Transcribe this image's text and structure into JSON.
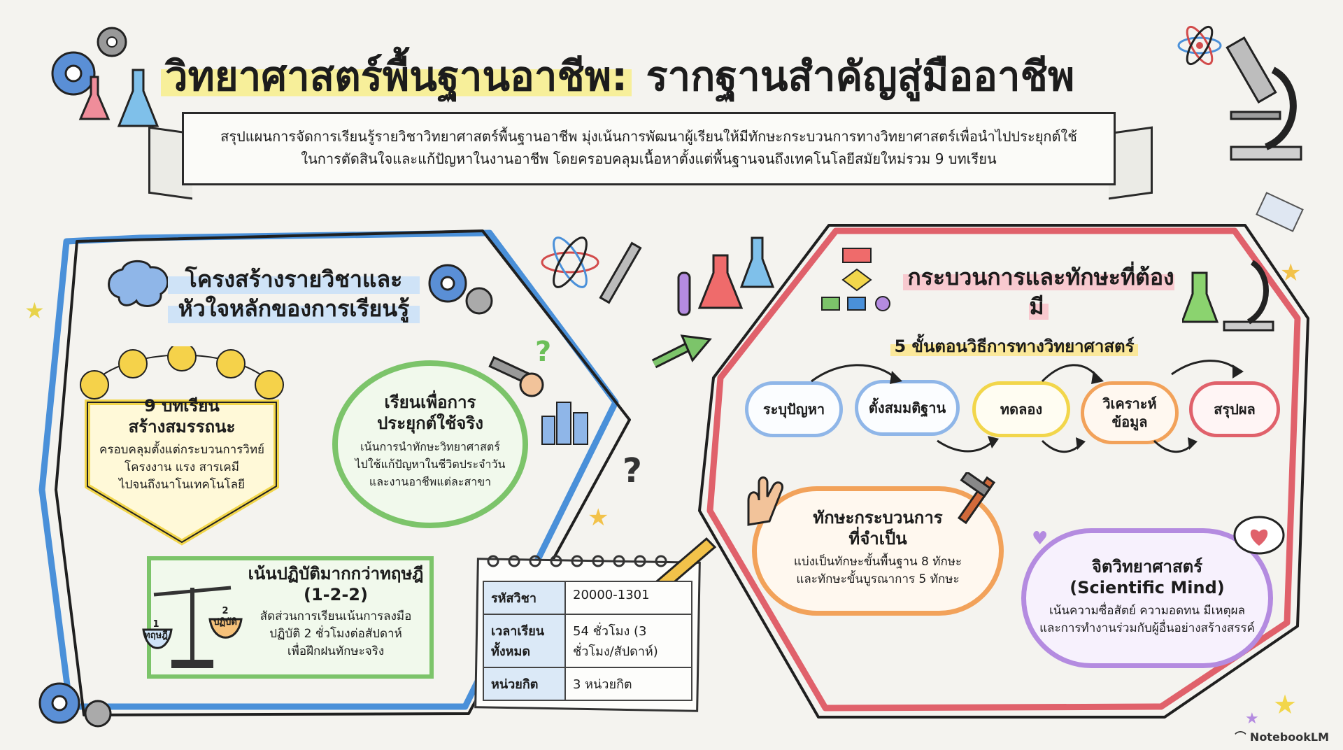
{
  "title": {
    "highlighted": "วิทยาศาสตร์พื้นฐานอาชีพ:",
    "rest": "รากฐานสำคัญสู่มืออาชีพ"
  },
  "subtitle": {
    "line1": "สรุปแผนการจัดการเรียนรู้รายวิชาวิทยาศาสตร์พื้นฐานอาชีพ มุ่งเน้นการพัฒนาผู้เรียนให้มีทักษะกระบวนการทางวิทยาศาสตร์เพื่อนำไปประยุกต์ใช้",
    "line2": "ในการตัดสินใจและแก้ปัญหาในงานอาชีพ โดยครอบคลุมเนื้อหาตั้งแต่พื้นฐานจนถึงเทคโนโลยีสมัยใหม่รวม 9 บทเรียน"
  },
  "left": {
    "heading_line1": "โครงสร้างรายวิชาและ",
    "heading_line2": "หัวใจหลักของการเรียนรู้",
    "lessons": {
      "title_line1": "9 บทเรียน",
      "title_line2": "สร้างสมรรถนะ",
      "body_line1": "ครอบคลุมตั้งแต่กระบวนการวิทย์",
      "body_line2": "โครงงาน แรง สารเคมี",
      "body_line3": "ไปจนถึงนาโนเทคโนโลยี"
    },
    "apply": {
      "title_line1": "เรียนเพื่อการ",
      "title_line2": "ประยุกต์ใช้จริง",
      "body_line1": "เน้นการนำทักษะวิทยาศาสตร์",
      "body_line2": "ไปใช้แก้ปัญหาในชีวิตประจำวัน",
      "body_line3": "และงานอาชีพแต่ละสาขา"
    },
    "practice": {
      "title_line1": "เน้นปฏิบัติมากกว่าทฤษฎี",
      "title_line2": "(1-2-2)",
      "body_line1": "สัดส่วนการเรียนเน้นการลงมือ",
      "body_line2": "ปฏิบัติ 2 ชั่วโมงต่อสัปดาห์",
      "body_line3": "เพื่อฝึกฝนทักษะจริง",
      "scale_left_num": "1",
      "scale_left_label": "ทฤษฎี",
      "scale_right_num": "2",
      "scale_right_label": "ปฏิบัติ"
    },
    "course_info": [
      {
        "key": "รหัสวิชา",
        "value": "20000-1301"
      },
      {
        "key": "เวลาเรียนทั้งหมด",
        "value": "54 ชั่วโมง (3 ชั่วโมง/สัปดาห์)"
      },
      {
        "key": "หน่วยกิต",
        "value": "3 หน่วยกิต"
      }
    ]
  },
  "right": {
    "heading": "กระบวนการและทักษะที่ต้องมี",
    "steps_heading": "5 ขั้นตอนวิธีการทางวิทยาศาสตร์",
    "steps": [
      "ระบุปัญหา",
      "ตั้งสมมติฐาน",
      "ทดลอง",
      "วิเคราะห์ข้อมูล",
      "สรุปผล"
    ],
    "skills": {
      "title_line1": "ทักษะกระบวนการ",
      "title_line2": "ที่จำเป็น",
      "body_line1": "แบ่งเป็นทักษะขั้นพื้นฐาน 8 ทักษะ",
      "body_line2": "และทักษะขั้นบูรณาการ 5 ทักษะ"
    },
    "mind": {
      "title_line1": "จิตวิทยาศาสตร์",
      "title_line2": "(Scientific Mind)",
      "body_line1": "เน้นความซื่อสัตย์ ความอดทน มีเหตุผล",
      "body_line2": "และการทำงานร่วมกับผู้อื่นอย่างสร้างสรรค์"
    }
  },
  "footer": {
    "brand": "NotebookLM"
  },
  "colors": {
    "blue_frame": "#4a90d9",
    "red_frame": "#e0616b",
    "yellow": "#f2d64b",
    "green": "#7cc46a",
    "orange": "#f2a25a",
    "purple": "#b48be0"
  }
}
